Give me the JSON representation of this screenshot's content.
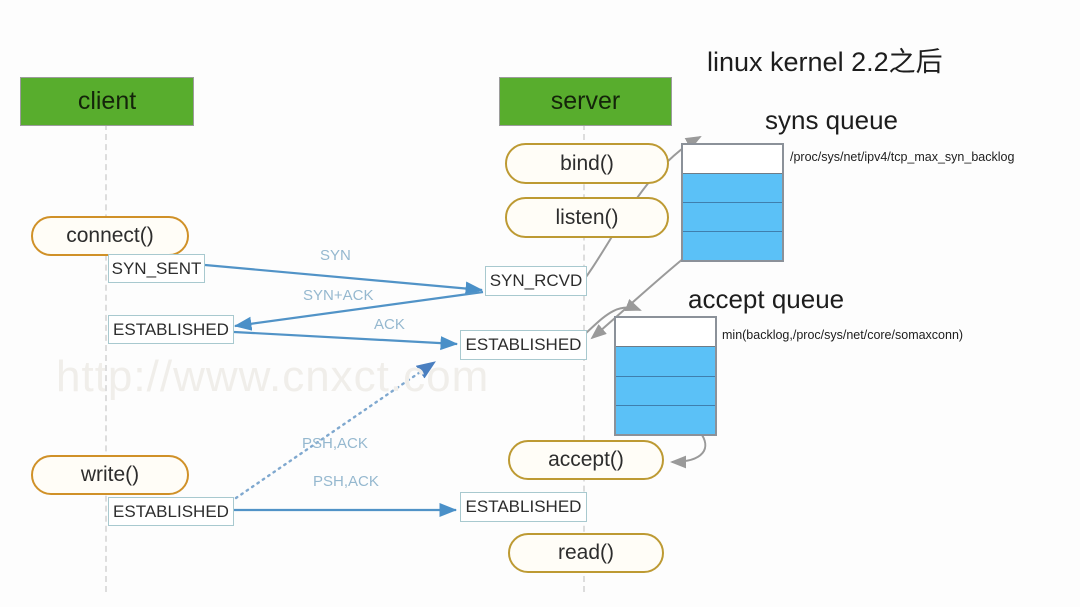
{
  "headline": "linux  kernel 2.2之后",
  "watermark": "http://www.cnxct.com",
  "colors": {
    "actor_green": "#58ad2d",
    "queue_blue": "#5bc1f7",
    "pill_border": "#bd9a33",
    "state_border": "#a8c9cf",
    "arrow_blue": "#5193c7",
    "arrow_gray": "#9a9a9a",
    "msg_label": "#95b8cf",
    "watermark": "#f0eeea"
  },
  "client": {
    "title": "client",
    "steps": [
      {
        "kind": "pill",
        "label": "connect()"
      },
      {
        "kind": "state",
        "label": "SYN_SENT"
      },
      {
        "kind": "state",
        "label": "ESTABLISHED"
      },
      {
        "kind": "pill",
        "label": "write()"
      },
      {
        "kind": "state",
        "label": "ESTABLISHED"
      }
    ]
  },
  "server": {
    "title": "server",
    "steps": [
      {
        "kind": "pill",
        "label": "bind()"
      },
      {
        "kind": "pill",
        "label": "listen()"
      },
      {
        "kind": "state",
        "label": "SYN_RCVD"
      },
      {
        "kind": "state",
        "label": "ESTABLISHED"
      },
      {
        "kind": "pill",
        "label": "accept()"
      },
      {
        "kind": "state",
        "label": "ESTABLISHED"
      },
      {
        "kind": "pill",
        "label": "read()"
      }
    ]
  },
  "messages": [
    {
      "label": "SYN",
      "direction": "client-to-server"
    },
    {
      "label": "SYN+ACK",
      "direction": "server-to-client"
    },
    {
      "label": "ACK",
      "direction": "client-to-server"
    },
    {
      "label": "PSH,ACK",
      "direction": "client-to-server-dotted"
    },
    {
      "label": "PSH,ACK",
      "direction": "client-to-server"
    }
  ],
  "queues": [
    {
      "id": "syns",
      "title": "syns queue",
      "note": "/proc/sys/net/ipv4/tcp_max_syn_backlog",
      "slots": [
        "empty",
        "filled",
        "filled",
        "filled"
      ]
    },
    {
      "id": "accept",
      "title": "accept queue",
      "note": "min(backlog,/proc/sys/net/core/somaxconn)",
      "slots": [
        "empty",
        "filled",
        "filled",
        "filled"
      ]
    }
  ]
}
